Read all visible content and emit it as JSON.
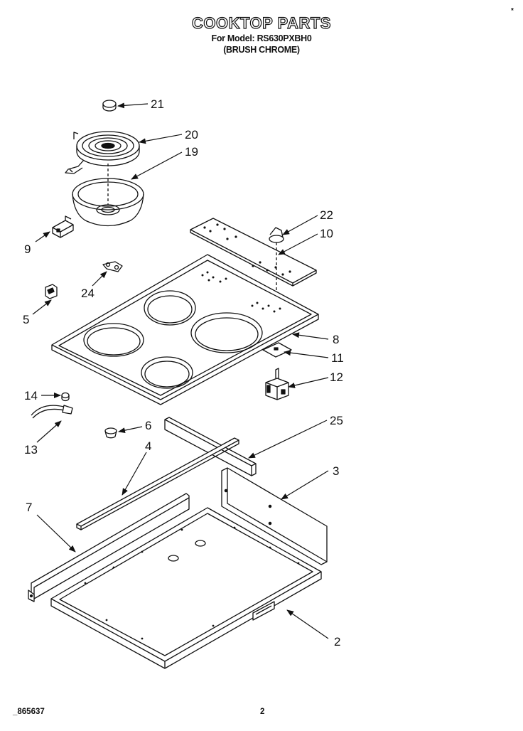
{
  "header": {
    "title": "COOKTOP PARTS",
    "model_line": "For Model: RS630PXBH0",
    "finish_line": "(BRUSH CHROME)",
    "corner_mark": "*"
  },
  "footer": {
    "code": "_865637",
    "page": "2"
  },
  "callouts": [
    "21",
    "20",
    "19",
    "9",
    "22",
    "10",
    "24",
    "5",
    "8",
    "11",
    "12",
    "14",
    "13",
    "6",
    "25",
    "4",
    "3",
    "7",
    "2"
  ],
  "icons": {
    "leader_arrow": "arrowhead"
  }
}
